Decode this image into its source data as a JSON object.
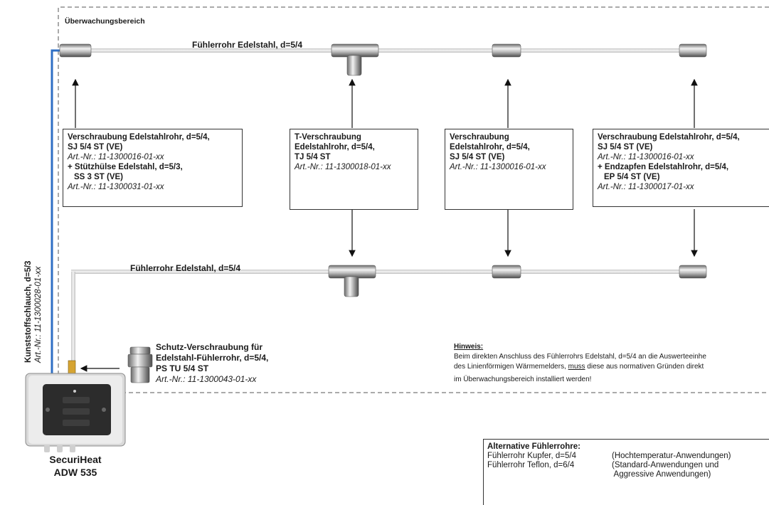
{
  "area": {
    "label": "Überwachungsbereich"
  },
  "tubes": {
    "top_label": "Fühlerrohr Edelstahl, d=5/4",
    "bottom_label": "Fühlerrohr Edelstahl, d=5/4"
  },
  "hose": {
    "title": "Kunststoffschlauch, d=5/3",
    "article": "Art.-Nr.: 11-1300028-01-xx"
  },
  "boxes": [
    {
      "lines": [
        {
          "t": "Verschraubung Edelstahlrohr, d=5/4,",
          "s": "b"
        },
        {
          "t": "SJ 5/4 ST (VE)",
          "s": "b"
        },
        {
          "t": "Art.-Nr.: 11-1300016-01-xx",
          "s": "i"
        },
        {
          "t": "+ Stützhülse Edelstahl, d=5/3,",
          "s": "b"
        },
        {
          "t": "SS 3 ST (VE)",
          "s": "b ind"
        },
        {
          "t": "Art.-Nr.: 11-1300031-01-xx",
          "s": "i"
        }
      ]
    },
    {
      "lines": [
        {
          "t": "T-Verschraubung",
          "s": "b"
        },
        {
          "t": "Edelstahlrohr, d=5/4,",
          "s": "b"
        },
        {
          "t": "TJ 5/4 ST",
          "s": "b"
        },
        {
          "t": "Art.-Nr.: 11-1300018-01-xx",
          "s": "i"
        }
      ]
    },
    {
      "lines": [
        {
          "t": "Verschraubung",
          "s": "b"
        },
        {
          "t": "Edelstahlrohr, d=5/4,",
          "s": "b"
        },
        {
          "t": "SJ 5/4 ST (VE)",
          "s": "b"
        },
        {
          "t": "Art.-Nr.: 11-1300016-01-xx",
          "s": "i"
        }
      ]
    },
    {
      "lines": [
        {
          "t": "Verschraubung Edelstahlrohr, d=5/4,",
          "s": "b"
        },
        {
          "t": "SJ 5/4 ST (VE)",
          "s": "b"
        },
        {
          "t": "Art.-Nr.: 11-1300016-01-xx",
          "s": "i"
        },
        {
          "t": "+ Endzapfen Edelstahlrohr, d=5/4,",
          "s": "b"
        },
        {
          "t": "EP 5/4 ST (VE)",
          "s": "b ind"
        },
        {
          "t": "Art.-Nr.: 11-1300017-01-xx",
          "s": "i"
        }
      ]
    }
  ],
  "protect": {
    "l1": "Schutz-Verschraubung für",
    "l2": "Edelstahl-Fühlerrohr, d=5/4,",
    "l3": "PS TU 5/4 ST",
    "article": "Art.-Nr.: 11-1300043-01-xx"
  },
  "device": {
    "name": "SecuriHeat",
    "model": "ADW 535"
  },
  "note": {
    "title": "Hinweis:",
    "l1": "Beim direkten Anschluss des Fühlerrohrs Edelstahl, d=5/4 an die Auswerteeinhe",
    "l2a": "des Linienförmigen Wärmemelders, ",
    "l2b": "muss",
    "l2c": " diese aus normativen Gründen direkt",
    "l3": "im Überwachungsbereich installiert werden!"
  },
  "alternative": {
    "title": "Alternative Fühlerrohre:",
    "rows": [
      {
        "name": "Fühlerrohr Kupfer, d=5/4",
        "use": "(Hochtemperatur-Anwendungen)"
      },
      {
        "name": "Fühlerrohr Teflon, d=6/4",
        "use": "(Standard-Anwendungen und"
      },
      {
        "name": "",
        "use": " Aggressive Anwendungen)"
      }
    ]
  }
}
